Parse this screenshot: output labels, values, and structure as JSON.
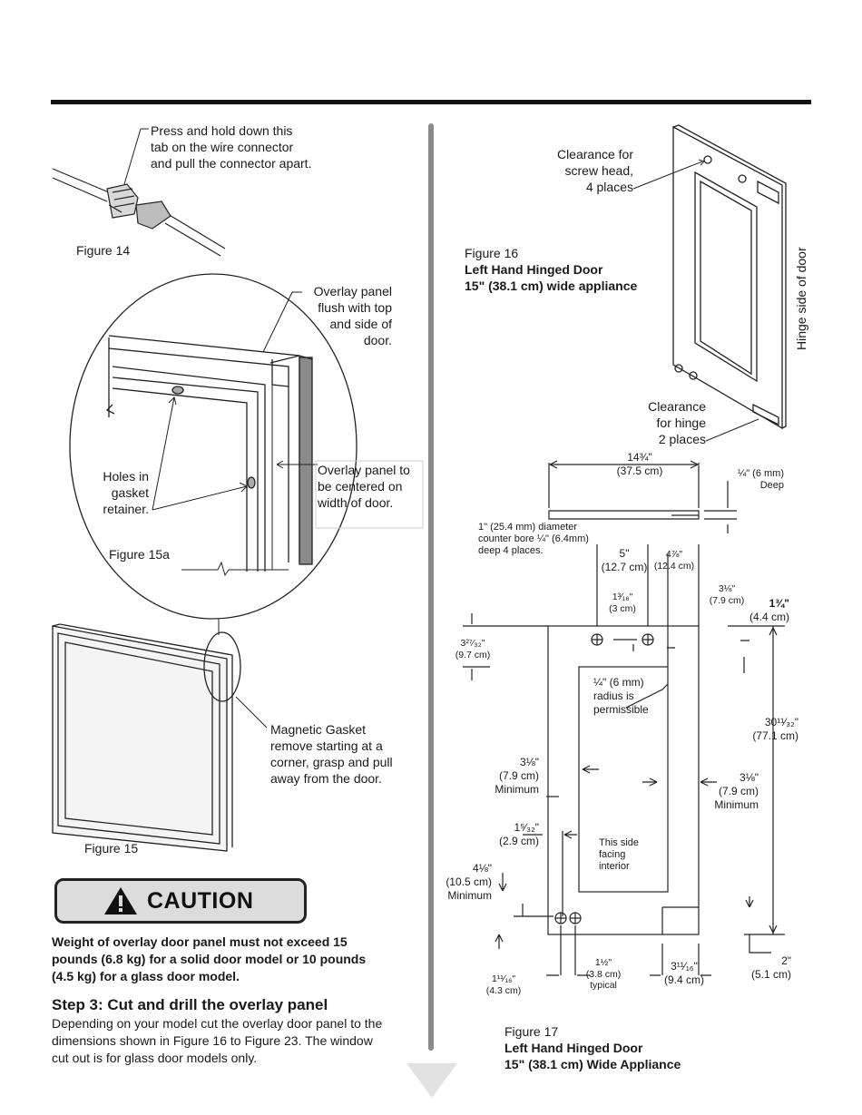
{
  "fig14": {
    "callout_lines": [
      "Press and hold down this",
      "tab on the wire connector",
      "and pull the connector apart."
    ],
    "caption": "Figure 14"
  },
  "fig15a": {
    "overlay_flush": [
      "Overlay panel",
      "flush with top",
      "and side of",
      "door."
    ],
    "holes": [
      "Holes in",
      "gasket",
      "retainer."
    ],
    "centered": [
      "Overlay panel to",
      "be centered on",
      "width of door."
    ],
    "caption": "Figure 15a"
  },
  "fig15": {
    "gasket": [
      "Magnetic Gasket",
      "remove starting at a",
      "corner, grasp and pull",
      "away from the door."
    ],
    "caption": "Figure 15"
  },
  "caution": {
    "label": "CAUTION",
    "warning_lines": [
      "Weight of overlay door panel must not exceed 15",
      "pounds (6.8 kg) for a solid door model or 10 pounds",
      "(4.5 kg) for a glass door model."
    ]
  },
  "step3": {
    "title": "Step 3: Cut and drill the overlay panel",
    "body_lines": [
      "Depending on your model cut the overlay door panel to the",
      "dimensions shown in Figure 16 to Figure 23. The window",
      "cut out is for glass door models only."
    ]
  },
  "fig16": {
    "clearance_screw": [
      "Clearance for",
      "screw head,",
      "4 places"
    ],
    "caption": [
      "Figure 16",
      "Left Hand Hinged Door",
      "15\" (38.1 cm) wide appliance"
    ],
    "hinge_side": "Hinge side of door",
    "clearance_hinge": [
      "Clearance",
      "for hinge",
      "2 places"
    ]
  },
  "fig17": {
    "width_top": [
      "14¾\"",
      "(37.5 cm)"
    ],
    "depth": [
      "¼\" (6 mm)",
      "Deep"
    ],
    "counter_bore": [
      "1\" (25.4 mm) diameter",
      "counter bore ¼\" (6.4mm)",
      "deep 4 places."
    ],
    "d5": [
      "5\"",
      "(12.7 cm)"
    ],
    "d4_7_8": [
      "4⅞\"",
      "(12.4 cm)"
    ],
    "d1_3_16": [
      "1³⁄₁₆\"",
      "(3 cm)"
    ],
    "d3_1_8_top": [
      "3⅛\"",
      "(7.9 cm)"
    ],
    "d1_3_4": [
      "1¾\"",
      "(4.4 cm)"
    ],
    "d3_27_32": [
      "3²⁷⁄₃₂\"",
      "(9.7 cm)"
    ],
    "radius": [
      "¼\" (6 mm)",
      "radius is",
      "permissible"
    ],
    "d30": [
      "30¹¹⁄₃₂\"",
      "(77.1 cm)"
    ],
    "d3_1_8_left": [
      "3⅛\"",
      "(7.9 cm)",
      "Minimum"
    ],
    "d3_1_8_right": [
      "3⅛\"",
      "(7.9 cm)",
      "Minimum"
    ],
    "d1_5_32": [
      "1⁵⁄₃₂\"",
      "(2.9 cm)"
    ],
    "interior": [
      "This side",
      "facing",
      "interior"
    ],
    "d4_1_8": [
      "4⅛\"",
      "(10.5 cm)",
      "Minimum"
    ],
    "d1_11_16": [
      "1¹¹⁄₁₆\"",
      "(4.3 cm)"
    ],
    "d1_1_2": [
      "1½\"",
      "(3.8 cm)",
      "typical"
    ],
    "d3_11_16": [
      "3¹¹⁄₁₆\"",
      "(9.4 cm)"
    ],
    "d2": [
      "2\"",
      "(5.1 cm)"
    ],
    "caption": [
      "Figure 17",
      "Left Hand Hinged Door",
      "15\" (38.1 cm) Wide Appliance"
    ]
  }
}
